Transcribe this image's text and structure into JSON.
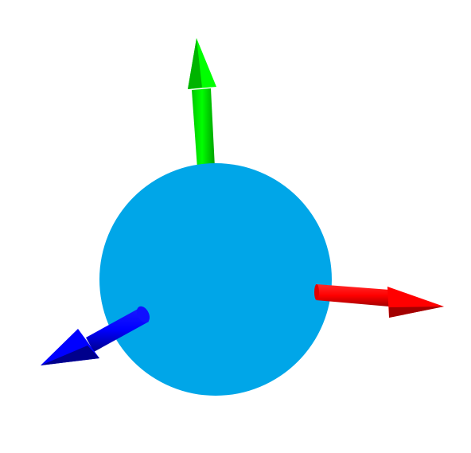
{
  "scene": {
    "background_color": "#ffffff",
    "object": "sphere-with-axes",
    "sphere": {
      "color": "#00a6e8",
      "shading": "flat"
    },
    "axes": [
      {
        "name": "x-axis",
        "color": "#ff0000",
        "shade_color": "#a30000",
        "direction": "right"
      },
      {
        "name": "y-axis",
        "color": "#00ff00",
        "shade_color": "#00a000",
        "direction": "up"
      },
      {
        "name": "z-axis",
        "color": "#0000ff",
        "shade_color": "#00008c",
        "direction": "toward-viewer-lower-left"
      }
    ]
  }
}
